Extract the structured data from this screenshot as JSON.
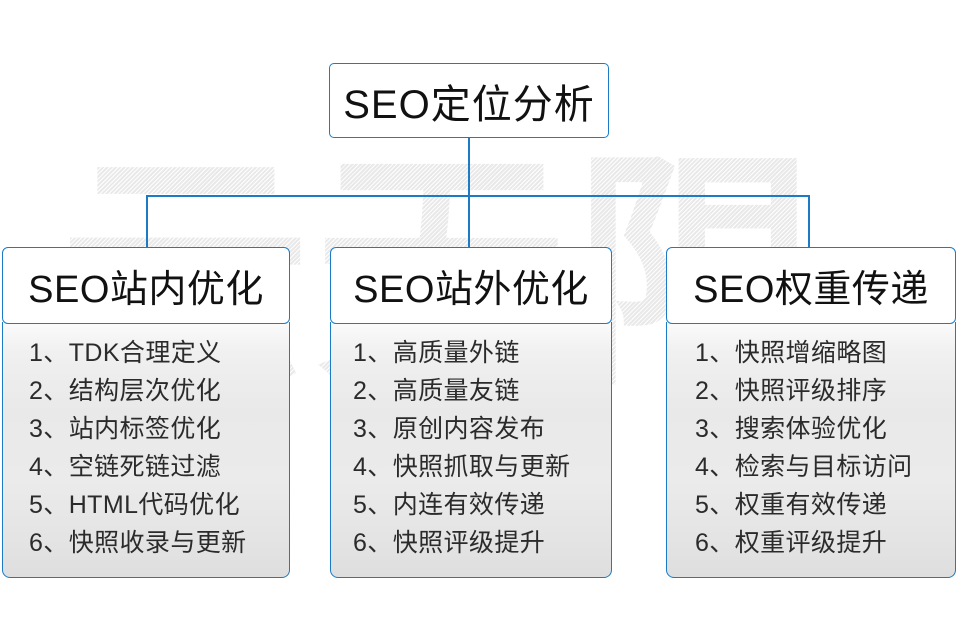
{
  "watermark": {
    "text": "云无限"
  },
  "colors": {
    "line": "#1c7bc4",
    "border": "#1c7bc4",
    "text": "#111111",
    "item_text": "#2b2b2b",
    "panel_top": "#fbfbfb",
    "panel_bottom": "#dedede",
    "watermark": "#e9e9e9"
  },
  "root": {
    "label": "SEO定位分析"
  },
  "branches": [
    {
      "title": "SEO站内优化",
      "items": [
        {
          "num": "1、",
          "text": "TDK合理定义"
        },
        {
          "num": "2、",
          "text": "结构层次优化"
        },
        {
          "num": "3、",
          "text": "站内标签优化"
        },
        {
          "num": "4、",
          "text": "空链死链过滤"
        },
        {
          "num": "5、",
          "text": "HTML代码优化"
        },
        {
          "num": "6、",
          "text": "快照收录与更新"
        }
      ]
    },
    {
      "title": "SEO站外优化",
      "items": [
        {
          "num": "1、",
          "text": "高质量外链"
        },
        {
          "num": "2、",
          "text": "高质量友链"
        },
        {
          "num": "3、",
          "text": "原创内容发布"
        },
        {
          "num": "4、",
          "text": "快照抓取与更新"
        },
        {
          "num": "5、",
          "text": "内连有效传递"
        },
        {
          "num": "6、",
          "text": "快照评级提升"
        }
      ]
    },
    {
      "title": "SEO权重传递",
      "items": [
        {
          "num": "1、",
          "text": "快照增缩略图"
        },
        {
          "num": "2、",
          "text": "快照评级排序"
        },
        {
          "num": "3、",
          "text": "搜索体验优化"
        },
        {
          "num": "4、",
          "text": "检索与目标访问"
        },
        {
          "num": "5、",
          "text": "权重有效传递"
        },
        {
          "num": "6、",
          "text": "权重评级提升"
        }
      ]
    }
  ]
}
